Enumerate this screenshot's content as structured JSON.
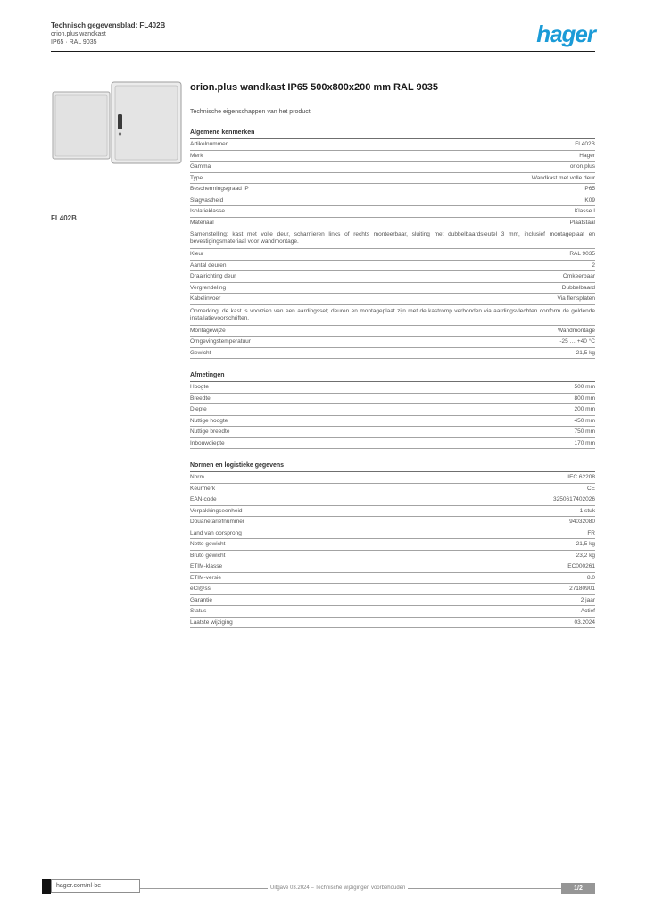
{
  "page": {
    "header": {
      "line1": "Technisch gegevensblad: FL402B",
      "line2": "orion.plus wandkast",
      "line3": "IP65 · RAL 9035"
    },
    "logo_text": "hager",
    "brand_color": "#1b9bd7",
    "product_ref": "FL402B",
    "title": "orion.plus wandkast IP65 500x800x200 mm RAL 9035",
    "subtitle": "Technische eigenschappen van het product",
    "sections": [
      {
        "title": "Algemene kenmerken",
        "rows": [
          {
            "label": "Artikelnummer",
            "value": "FL402B"
          },
          {
            "label": "Merk",
            "value": "Hager"
          },
          {
            "label": "Gamma",
            "value": "orion.plus"
          },
          {
            "label": "Type",
            "value": "Wandkast met volle deur"
          },
          {
            "label": "Beschermingsgraad IP",
            "value": "IP65"
          },
          {
            "label": "Slagvastheid",
            "value": "IK09"
          },
          {
            "label": "Isolatieklasse",
            "value": "Klasse I"
          },
          {
            "label": "Materiaal",
            "value": "Plaatstaal"
          },
          {
            "paragraph": "Samenstelling: kast met volle deur, scharnieren links of rechts monteerbaar, sluiting met dubbelbaardsleutel 3 mm, inclusief montageplaat en bevestigingsmateriaal voor wandmontage."
          },
          {
            "label": "Kleur",
            "value": "RAL 9035"
          },
          {
            "label": "Aantal deuren",
            "value": "2"
          },
          {
            "label": "Draairichting deur",
            "value": "Omkeerbaar"
          },
          {
            "label": "Vergrendeling",
            "value": "Dubbelbaard"
          },
          {
            "label": "Kabelinvoer",
            "value": "Via flensplaten"
          },
          {
            "paragraph": "Opmerking: de kast is voorzien van een aardingsset; deuren en montageplaat zijn met de kastromp verbonden via aardingsvlechten conform de geldende installatievoorschriften."
          },
          {
            "label": "Montagewijze",
            "value": "Wandmontage"
          },
          {
            "label": "Omgevingstemperatuur",
            "value": "-25 … +40 °C"
          },
          {
            "label": "Gewicht",
            "value": "21,5 kg"
          }
        ]
      },
      {
        "title": "Afmetingen",
        "rows": [
          {
            "label": "Hoogte",
            "value": "500 mm"
          },
          {
            "label": "Breedte",
            "value": "800 mm"
          },
          {
            "label": "Diepte",
            "value": "200 mm"
          },
          {
            "label": "Nuttige hoogte",
            "value": "450 mm"
          },
          {
            "label": "Nuttige breedte",
            "value": "750 mm"
          },
          {
            "label": "Inbouwdiepte",
            "value": "170 mm"
          }
        ]
      },
      {
        "title": "Normen en logistieke gegevens",
        "rows": [
          {
            "label": "Norm",
            "value": "IEC 62208"
          },
          {
            "label": "Keurmerk",
            "value": "CE"
          },
          {
            "label": "EAN-code",
            "value": "3250617402026"
          },
          {
            "label": "Verpakkingseenheid",
            "value": "1 stuk"
          },
          {
            "label": "Douanetariefnummer",
            "value": "94032080"
          },
          {
            "label": "Land van oorsprong",
            "value": "FR"
          },
          {
            "label": "Netto gewicht",
            "value": "21,5 kg"
          },
          {
            "label": "Bruto gewicht",
            "value": "23,2 kg"
          },
          {
            "label": "ETIM-klasse",
            "value": "EC000261"
          },
          {
            "label": "ETIM-versie",
            "value": "8.0"
          },
          {
            "label": "eCl@ss",
            "value": "27180901"
          },
          {
            "label": "Garantie",
            "value": "2 jaar"
          },
          {
            "label": "Status",
            "value": "Actief"
          },
          {
            "label": "Laatste wijziging",
            "value": "03.2024"
          }
        ]
      }
    ],
    "footer": {
      "site": "hager.com/nl-be",
      "note": "Uitgave 03.2024 – Technische wijzigingen voorbehouden",
      "page": "1/2"
    }
  }
}
